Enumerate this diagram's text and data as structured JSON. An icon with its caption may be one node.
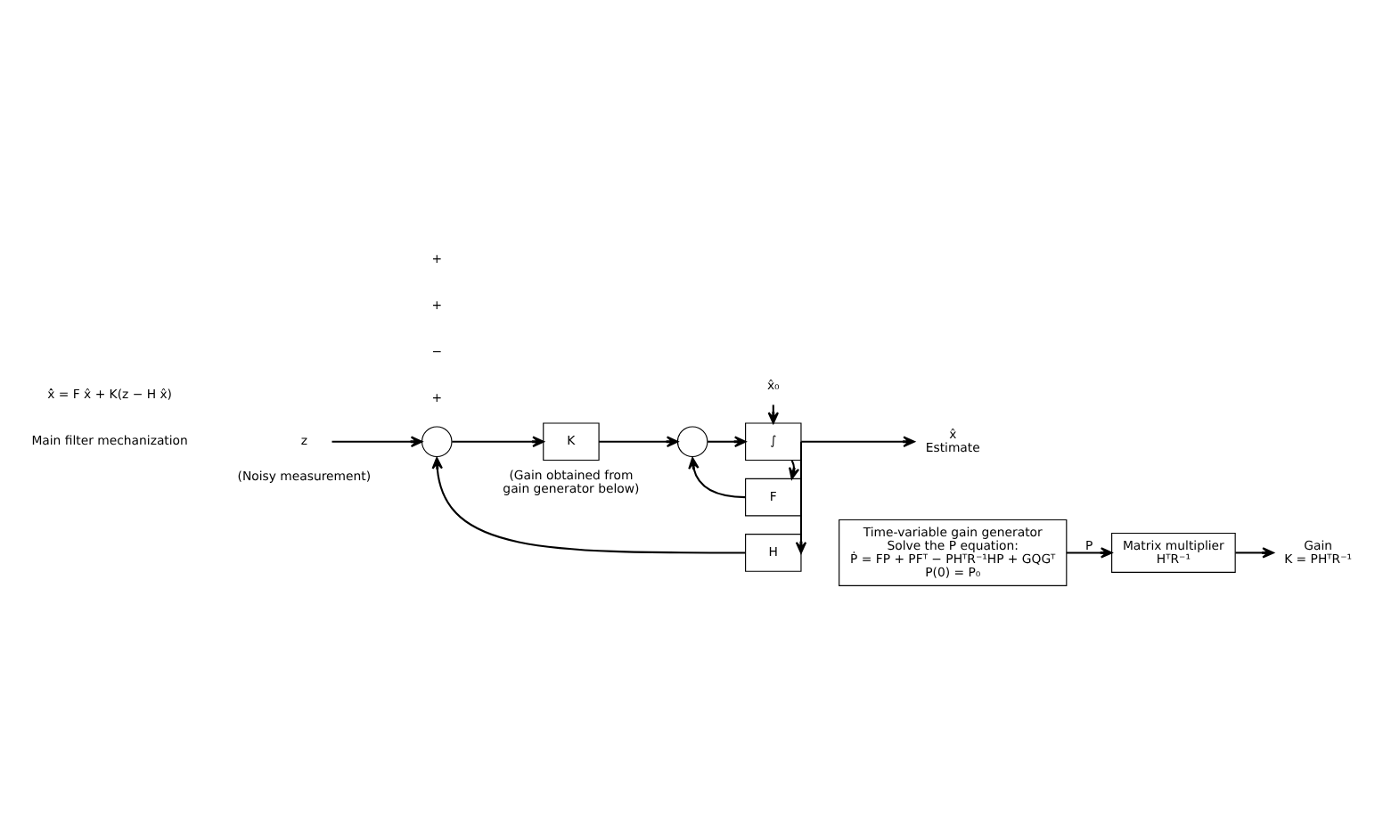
{
  "diagram": {
    "nodes": [
      {
        "text": [
          "z"
        ],
        "beside": [
          "(Noisy measurement)"
        ]
      },
      {
        "text": [],
        "shape": "circle"
      },
      {
        "text": [
          "K"
        ],
        "beside": [
          "(Gain obtained from gain generator below)"
        ]
      },
      {
        "text": [],
        "shape": "circle"
      },
      {
        "text": [
          "∫"
        ]
      },
      {
        "text": [
          "x̂₀"
        ]
      },
      {
        "text": [
          "x̂",
          "Estimate"
        ]
      },
      {
        "text": [
          "F"
        ]
      },
      {
        "text": [
          "H"
        ]
      },
      {
        "text": [
          "Time-variable gain generator",
          "Solve the P equation:",
          "Ṗ = FP + PFᵀ − PHᵀR⁻¹HP + GQGᵀ",
          "P(0) = P₀"
        ]
      },
      {
        "text": [
          "Matrix multiplier",
          "HᵀR⁻¹"
        ]
      },
      {
        "text": [
          "Gain",
          "K = PHᵀR⁻¹"
        ]
      }
    ],
    "edges": [
      {
        "from": 0,
        "to": 1,
        "arrow": "to"
      },
      {
        "from": 1,
        "to": 2,
        "arrow": "to"
      },
      {
        "from": 2,
        "to": 3,
        "arrow": "to"
      },
      {
        "from": 3,
        "to": 4,
        "arrow": "to"
      },
      {
        "from": 5,
        "to": 4,
        "arrow": "to"
      },
      {
        "from": 4,
        "to": 6,
        "arrow": "to"
      },
      {
        "from": 4,
        "to": 7,
        "arrow": "to"
      },
      {
        "from": 7,
        "to": 3,
        "arrow": "to"
      },
      {
        "from": 4,
        "to": 8,
        "arrow": "to"
      },
      {
        "from": 8,
        "to": 1,
        "arrow": "to"
      },
      {
        "from": 9,
        "to": 10,
        "label": "P",
        "arrow": "to"
      },
      {
        "from": 10,
        "to": 11,
        "arrow": "to"
      }
    ],
    "labels": [
      "Main filter mechanization",
      "x̂̇ = F x̂ + K(z − H x̂)",
      "+",
      "−",
      "+",
      "+"
    ]
  }
}
